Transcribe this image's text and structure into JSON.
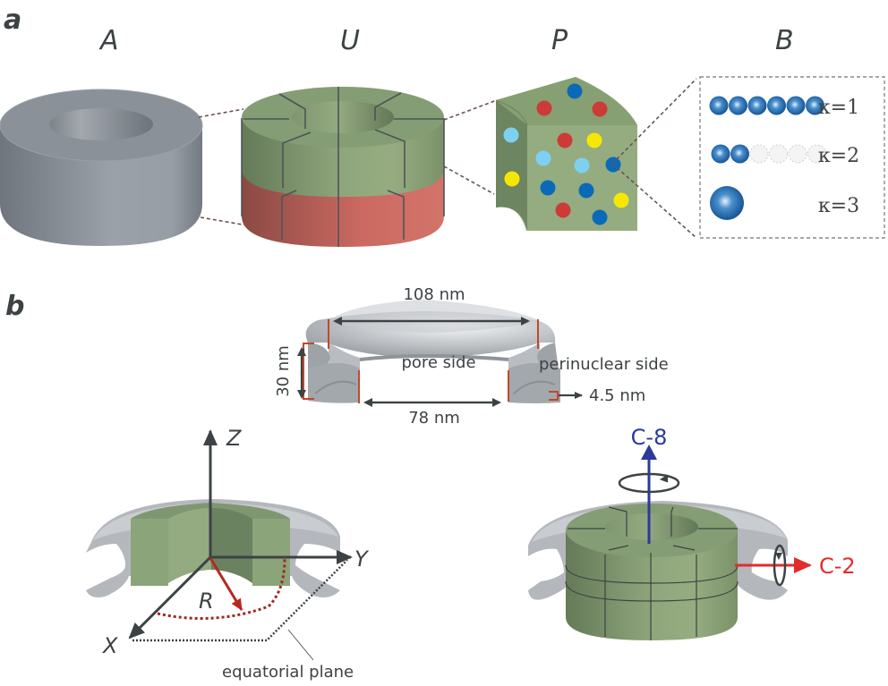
{
  "panel_a": {
    "label": "a",
    "columns": [
      {
        "id": "A",
        "label": "A",
        "shape": "gray-ring"
      },
      {
        "id": "U",
        "label": "U",
        "shape": "segmented-ring-green-over-red"
      },
      {
        "id": "P",
        "label": "P",
        "shape": "green-block-with-particles"
      },
      {
        "id": "B",
        "label": "B",
        "shape": "bead-legend"
      }
    ],
    "legend": [
      {
        "label": "κ=1",
        "beads_filled": 6,
        "beads_ghost": 0,
        "style": "chain"
      },
      {
        "label": "κ=2",
        "beads_filled": 2,
        "beads_ghost": 4,
        "style": "chain"
      },
      {
        "label": "κ=3",
        "beads_filled": 1,
        "beads_ghost": 0,
        "style": "single-large"
      }
    ],
    "particle_colors": {
      "red": "#cc3b37",
      "blue": "#0a6ab8",
      "lightblue": "#7dd0f2",
      "yellow": "#f5e800"
    }
  },
  "panel_b": {
    "label": "b",
    "dimensions": {
      "top_width": "108 nm",
      "bottom_width": "78 nm",
      "height": "30 nm",
      "thickness": "4.5 nm",
      "inner_label": "pore side",
      "outer_label": "perinuclear side"
    },
    "axes": {
      "z": "Z",
      "y": "Y",
      "x": "X",
      "radius": "R",
      "plane_label": "equatorial plane"
    },
    "symmetry": {
      "c8": "C-8",
      "c2": "C-2",
      "c8_color": "#2b3a99",
      "c2_color": "#e32b2b"
    }
  },
  "colors": {
    "text": "#3d4245",
    "gray_ring": "#8e959c",
    "green": "#8aa377",
    "red": "#c9625b",
    "membrane": "#b9bdc2",
    "dim_mark": "#c0492b"
  }
}
